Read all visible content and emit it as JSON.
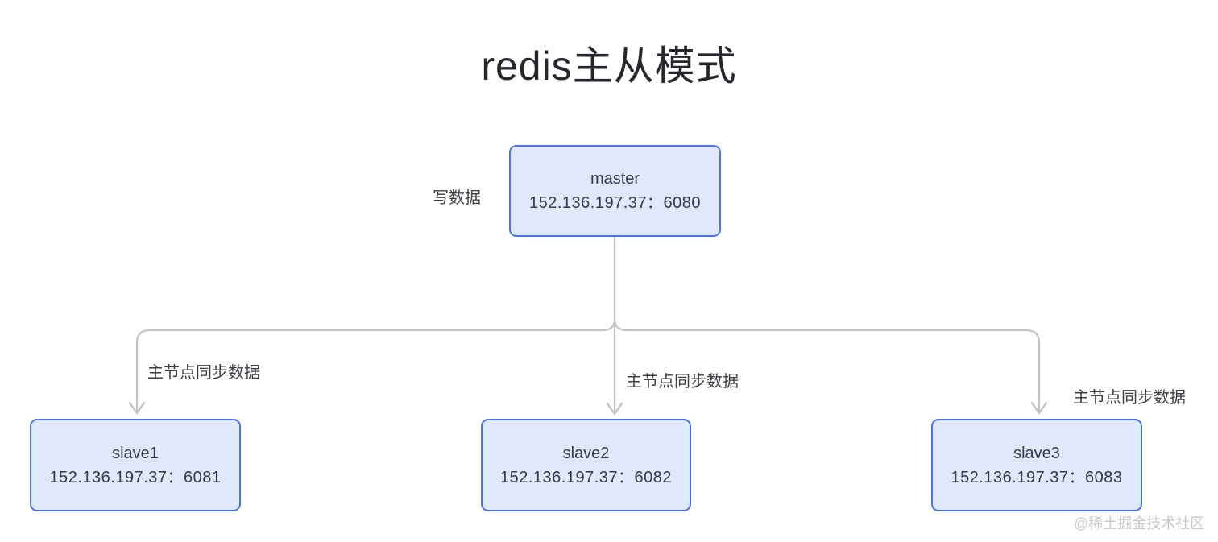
{
  "title": "redis主从模式",
  "nodes": {
    "master": {
      "name": "master",
      "address": "152.136.197.37：6080"
    },
    "slave1": {
      "name": "slave1",
      "address": "152.136.197.37：6081"
    },
    "slave2": {
      "name": "slave2",
      "address": "152.136.197.37：6082"
    },
    "slave3": {
      "name": "slave3",
      "address": "152.136.197.37：6083"
    }
  },
  "labels": {
    "write": "写数据",
    "sync": [
      "主节点同步数据",
      "主节点同步数据",
      "主节点同步数据"
    ]
  },
  "watermark": "@稀土掘金技术社区",
  "colors": {
    "node_border": "#4c74e6",
    "node_fill": "#e0e9fc",
    "connector": "#c4c4c4",
    "node_text": "#333b48",
    "title_text": "#26272c",
    "label_text": "#3a3d42",
    "watermark_text": "#c9c9c9"
  }
}
